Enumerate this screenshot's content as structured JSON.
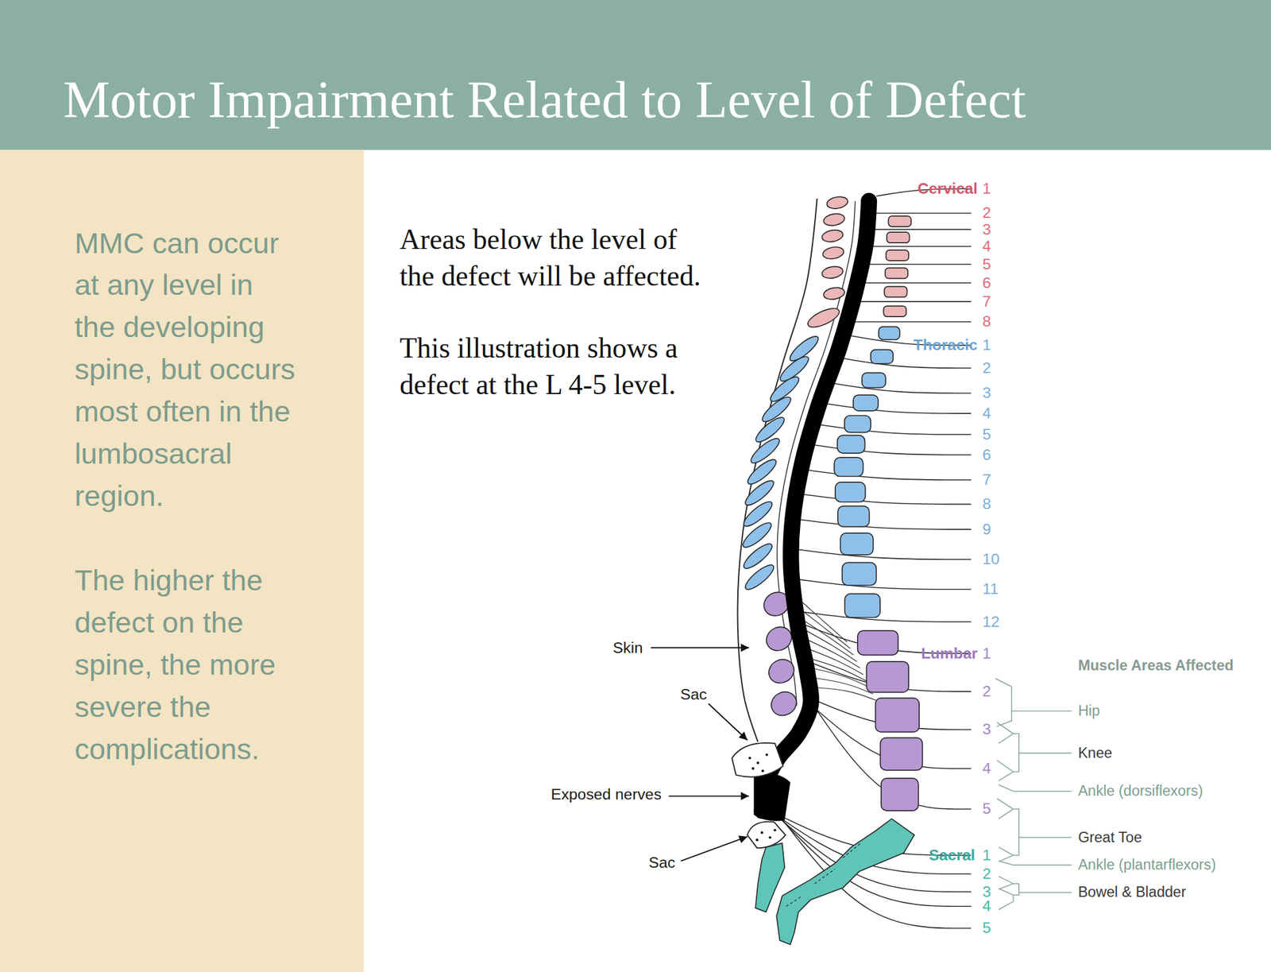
{
  "diagram": {
    "title": "Motor Impairment Related to Level of Defect",
    "nodes": [
      {
        "text": [
          "MMC can occur at any level in the developing spine, but occurs most often in the lumbosacral region.",
          "The higher the defect on the spine, the more severe the complications."
        ]
      }
    ],
    "labels": [
      "Areas below the level of the defect will be affected.",
      "This illustration shows a defect at the L 4-5 level.",
      "Cervical",
      "1",
      "2",
      "3",
      "4",
      "5",
      "6",
      "7",
      "8",
      "Thoracic",
      "1",
      "2",
      "3",
      "4",
      "5",
      "6",
      "7",
      "8",
      "9",
      "10",
      "11",
      "12",
      "Lumbar",
      "1",
      "2",
      "3",
      "4",
      "5",
      "Sacral",
      "1",
      "2",
      "3",
      "4",
      "5",
      "Skin",
      "Sac",
      "Exposed nerves",
      "Sac",
      "Muscle Areas Affected",
      "Hip",
      "Knee",
      "Ankle (dorsiflexors)",
      "Great Toe",
      "Ankle (plantarflexors)",
      "Bowel & Bladder"
    ]
  }
}
